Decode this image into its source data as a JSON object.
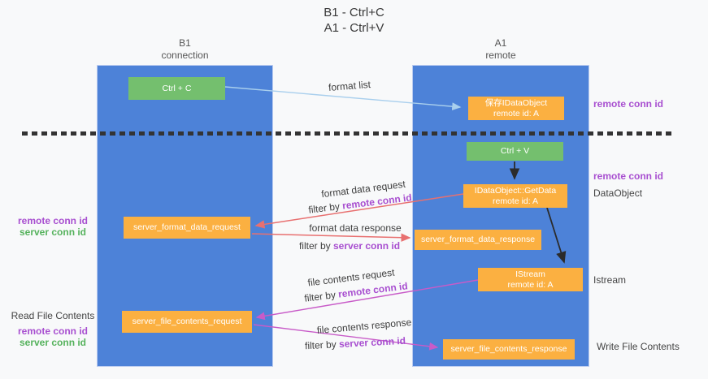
{
  "title": {
    "line1": "B1 - Ctrl+C",
    "line2": "A1 - Ctrl+V"
  },
  "lanes": {
    "b1": {
      "name": "B1",
      "subtitle": "connection"
    },
    "a1": {
      "name": "A1",
      "subtitle": "remote"
    }
  },
  "nodes": {
    "ctrl_c": {
      "label": "Ctrl + C"
    },
    "ctrl_v": {
      "label": "Ctrl + V"
    },
    "saved_idataobject": {
      "line1": "保存IDataObject",
      "line2": "remote id: A"
    },
    "idataobject_getdata": {
      "line1": "IDataObject::GetData",
      "line2": "remote id: A"
    },
    "istream": {
      "line1": "IStream",
      "line2": "remote id: A"
    },
    "server_format_data_request": {
      "label": "server_format_data_request"
    },
    "server_format_data_response": {
      "label": "server_format_data_response"
    },
    "server_file_contents_request": {
      "label": "server_file_contents_request"
    },
    "server_file_contents_response": {
      "label": "server_file_contents_response"
    }
  },
  "flow_labels": {
    "format_list": "format list",
    "format_data_request": "format data request",
    "format_data_response": "format data response",
    "file_contents_request": "file contents request",
    "file_contents_response": "file contents response",
    "filter_by": "filter by ",
    "remote_conn_id": "remote conn id",
    "server_conn_id": "server conn id"
  },
  "side_labels": {
    "remote_conn_id_top": "remote conn id",
    "remote_conn_id_mid": "remote conn id",
    "dataobject": "DataObject",
    "istream": "Istream",
    "read_file_contents": "Read File Contents",
    "write_file_contents": "Write File Contents",
    "left_remote_conn_id": "remote conn id",
    "left_server_conn_id": "server conn id",
    "left_remote_conn_id_2": "remote conn id",
    "left_server_conn_id_2": "server conn id"
  },
  "colors": {
    "bg": "#f8f9fa",
    "lane_blue": "#4d82d8",
    "box_green": "#74bf6e",
    "box_orange": "#fbb041",
    "arrow_blue": "#a9cfed",
    "arrow_red": "#e87070",
    "arrow_magenta": "#c85bc8",
    "arrow_black": "#2b2b2b",
    "purple": "#a84fd0",
    "green_label": "#55b25c"
  }
}
